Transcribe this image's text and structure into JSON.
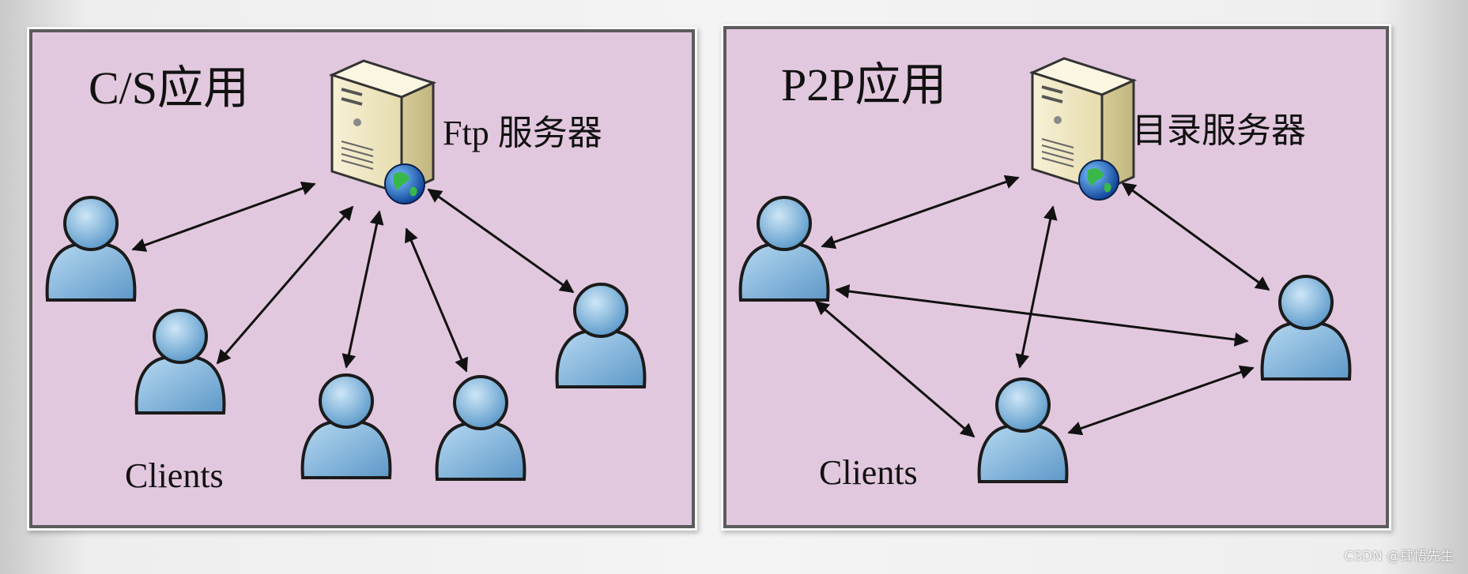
{
  "cs": {
    "title": "C/S应用",
    "server_label": "Ftp 服务器",
    "clients_label": "Clients"
  },
  "p2p": {
    "title": "P2P应用",
    "server_label": "目录服务器",
    "clients_label": "Clients"
  },
  "watermark": "CSDN @肆悟先生",
  "colors": {
    "panel_fill": "#e2c8de",
    "person_fill": "#7fb6de",
    "server_fill": "#f3eccb"
  },
  "icons": [
    "server-icon",
    "globe-icon",
    "user-icon"
  ]
}
